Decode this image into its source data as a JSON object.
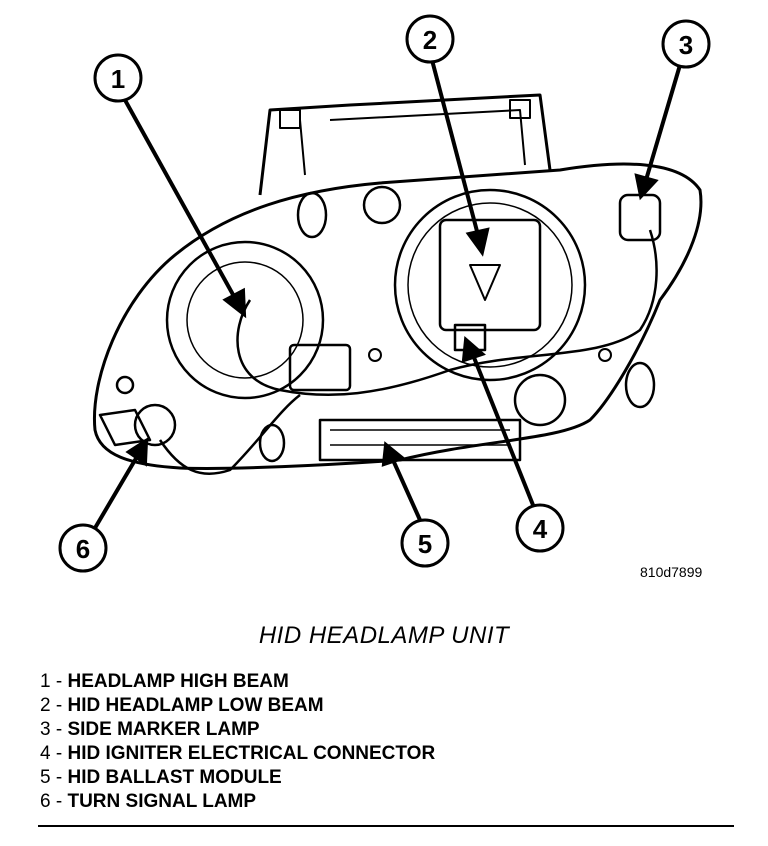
{
  "figure_id": "810d7899",
  "title": "HID HEADLAMP UNIT",
  "callouts": [
    {
      "number": "1",
      "label": "HEADLAMP HIGH BEAM"
    },
    {
      "number": "2",
      "label": "HID HEADLAMP LOW BEAM"
    },
    {
      "number": "3",
      "label": "SIDE MARKER LAMP"
    },
    {
      "number": "4",
      "label": "HID IGNITER ELECTRICAL CONNECTOR"
    },
    {
      "number": "5",
      "label": "HID BALLAST MODULE"
    },
    {
      "number": "6",
      "label": "TURN SIGNAL LAMP"
    }
  ],
  "legend_separator": " - "
}
